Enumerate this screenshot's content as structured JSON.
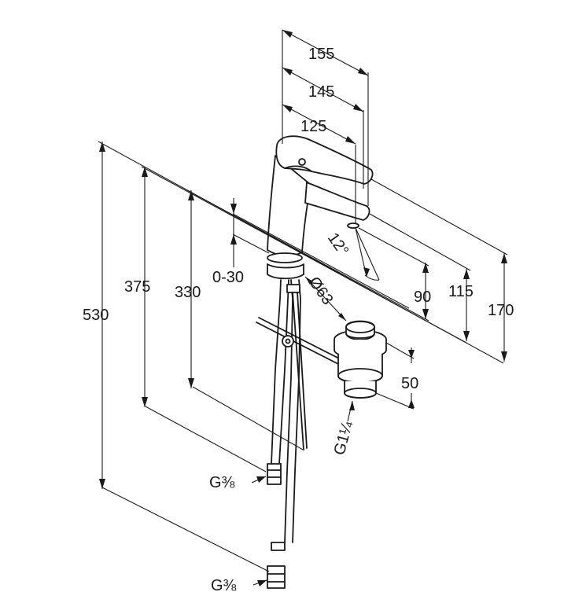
{
  "dimensions": {
    "d155": "155",
    "d145": "145",
    "d125": "125",
    "d530": "530",
    "d375": "375",
    "d330": "330",
    "d0_30": "0-30",
    "d90": "90",
    "d115": "115",
    "d170": "170",
    "angle": "12°",
    "dia63": "Ø63",
    "d50": "50"
  },
  "threads": {
    "waste": "G1¼",
    "supply_upper": "G⅜",
    "supply_lower": "G⅜"
  }
}
